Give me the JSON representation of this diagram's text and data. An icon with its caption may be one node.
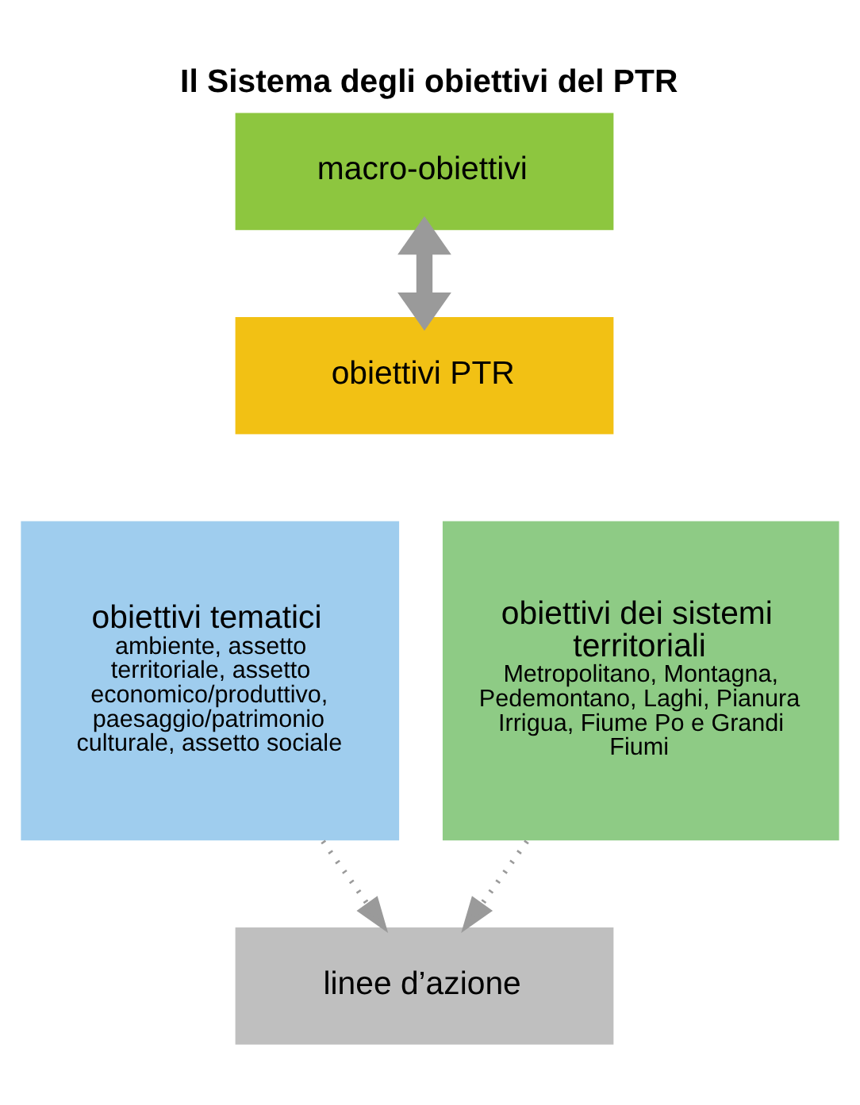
{
  "diagram": {
    "title": "Il Sistema degli obiettivi del PTR",
    "nodes": [
      {
        "text": [
          "macro-obiettivi"
        ]
      },
      {
        "text": [
          "obiettivi PTR"
        ]
      },
      {
        "text": [
          "obiettivi tematici",
          "ambiente, assetto territoriale, assetto economico/produttivo, paesaggio/patrimonio culturale, assetto sociale"
        ]
      },
      {
        "text": [
          "obiettivi dei sistemi territoriali",
          "Metropolitano, Montagna, Pedemontano, Laghi, Pianura Irrigua, Fiume Po e Grandi Fiumi"
        ]
      },
      {
        "text": [
          "linee d’azione"
        ]
      }
    ],
    "edges": [
      {
        "from": 0,
        "to": 1,
        "arrow": "both",
        "style": "thick"
      },
      {
        "from": 2,
        "to": 4,
        "arrow": "to",
        "style": "dashed"
      },
      {
        "from": 3,
        "to": 4,
        "arrow": "to",
        "style": "dashed"
      }
    ]
  }
}
